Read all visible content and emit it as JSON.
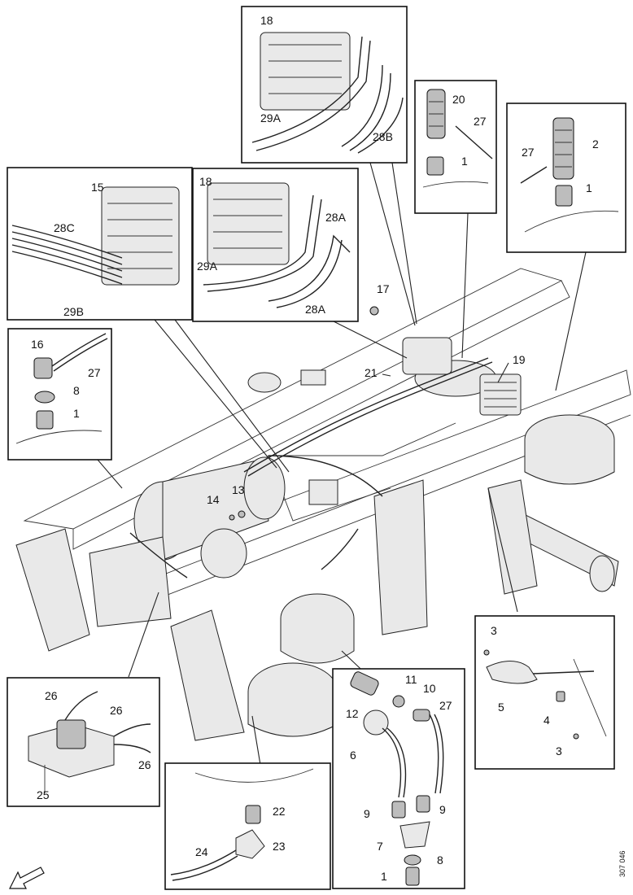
{
  "callouts": {
    "c1a": "1",
    "c1b": "1",
    "c1c": "1",
    "c1d": "1",
    "c2": "2",
    "c3a": "3",
    "c3b": "3",
    "c4": "4",
    "c5": "5",
    "c6": "6",
    "c7": "7",
    "c8a": "8",
    "c8b": "8",
    "c9a": "9",
    "c9b": "9",
    "c10": "10",
    "c11": "11",
    "c12": "12",
    "c13": "13",
    "c14": "14",
    "c15": "15",
    "c16": "16",
    "c17": "17",
    "c18a": "18",
    "c18b": "18",
    "c19": "19",
    "c20": "20",
    "c21": "21",
    "c22": "22",
    "c23": "23",
    "c24": "24",
    "c25": "25",
    "c26a": "26",
    "c26b": "26",
    "c26c": "26",
    "c27a": "27",
    "c27b": "27",
    "c27c": "27",
    "c27d": "27",
    "c28a1": "28A",
    "c28a2": "28A",
    "c28b": "28B",
    "c28c": "28C",
    "c29a1": "29A",
    "c29a2": "29A",
    "c29b": "29B"
  },
  "figure_code": "307 046"
}
